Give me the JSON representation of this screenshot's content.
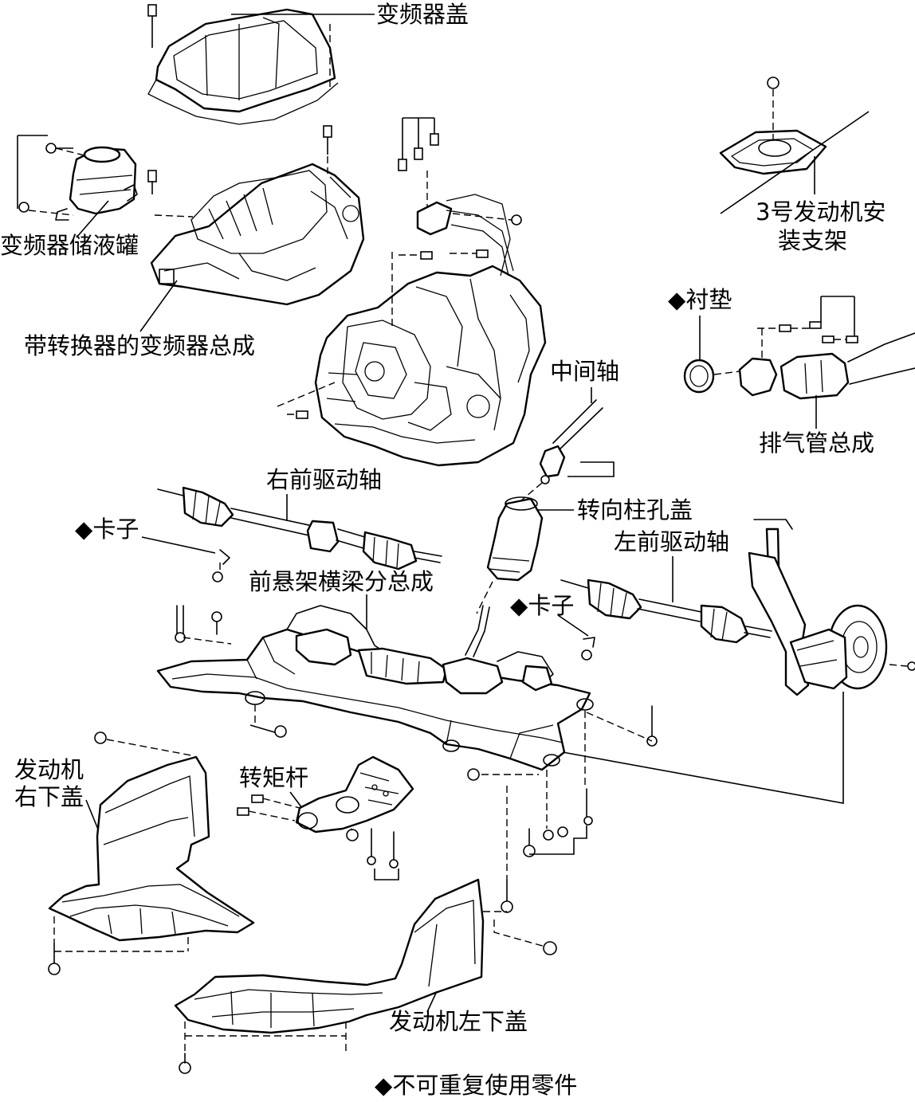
{
  "labels": {
    "inverter_cover": "变频器盖",
    "inverter_reservoir": "变频器储液罐",
    "inverter_assembly": "带转换器的变频器总成",
    "mount_bracket_3_line1": "3号发动机安",
    "mount_bracket_3_line2": "装支架",
    "gasket": "衬垫",
    "exhaust_pipe": "排气管总成",
    "intermediate_shaft": "中间轴",
    "right_driveshaft": "右前驱动轴",
    "clip_left": "卡子",
    "steering_column_hole_cover": "转向柱孔盖",
    "left_driveshaft": "左前驱动轴",
    "front_crossmember": "前悬架横梁分总成",
    "clip_right": "卡子",
    "engine_under_cover_rh_line1": "发动机",
    "engine_under_cover_rh_line2": "右下盖",
    "torque_rod": "转矩杆",
    "engine_under_cover_lh": "发动机左下盖",
    "non_reusable_note": "不可重复使用零件"
  },
  "symbols": {
    "non_reusable_marker": "◆"
  },
  "colors": {
    "line": "#000000",
    "background": "#ffffff"
  }
}
